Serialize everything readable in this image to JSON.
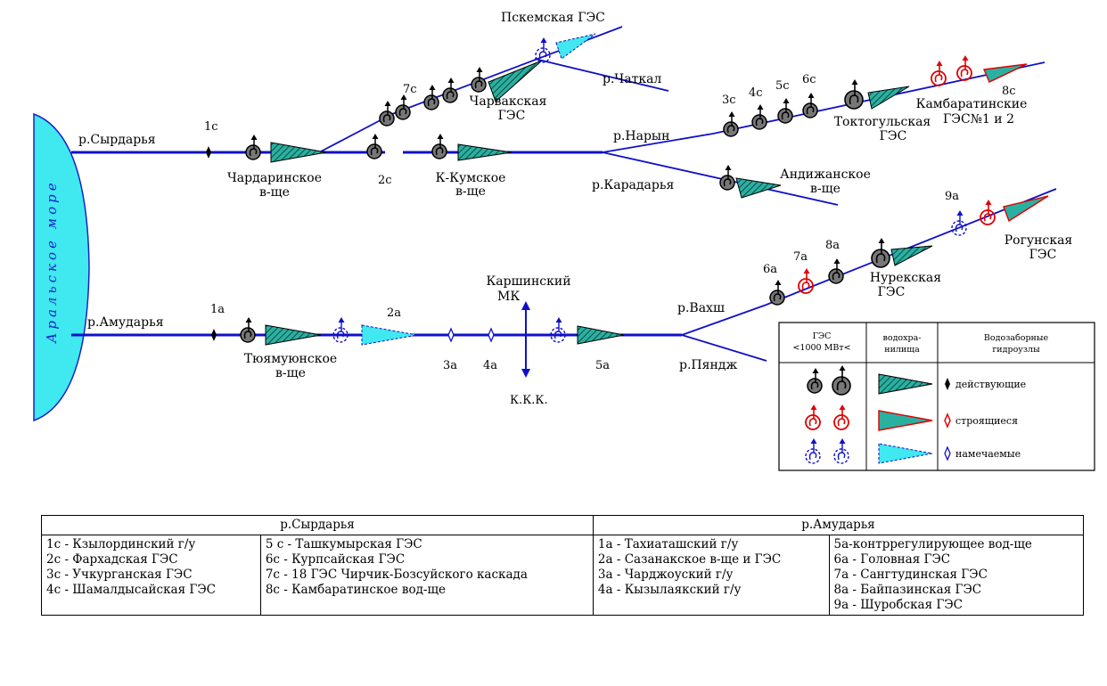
{
  "sea": {
    "label": "Аральское море"
  },
  "rivers": {
    "syrdarya": "р.Сырдарья",
    "amudarya": "р.Амударья",
    "naryn": "р.Нарын",
    "karadarya": "р.Карадарья",
    "chatkal": "р.Чаткал",
    "vakhsh": "р.Вахш",
    "pyandzh": "р.Пяндж"
  },
  "objects": {
    "chardara": [
      "Чардаринское",
      "в-ще"
    ],
    "kkumskoe": [
      "К-Кумское",
      "в-ще"
    ],
    "charvak": [
      "Чарвакская",
      "ГЭС"
    ],
    "pskem": "Пскемская ГЭС",
    "toktogul": [
      "Токтогульская",
      "ГЭС"
    ],
    "kambarata": [
      "Камбаратинские",
      "ГЭС№1 и 2"
    ],
    "andizhan": [
      "Андижанское",
      "в-ще"
    ],
    "tuyamuyun": [
      "Тюямуюнское",
      "в-ще"
    ],
    "karshi": [
      "Каршинский",
      "МК"
    ],
    "kkk": "К.К.К.",
    "nurek": [
      "Нурекская",
      "ГЭС"
    ],
    "rogun": [
      "Рогунская",
      "ГЭС"
    ]
  },
  "codes": {
    "c1": "1с",
    "c2": "2с",
    "c3": "3с",
    "c4": "4с",
    "c5": "5с",
    "c6": "6с",
    "c7": "7с",
    "c8": "8с",
    "a1": "1а",
    "a2": "2а",
    "a3": "3а",
    "a4": "4а",
    "a5": "5а",
    "a6": "6а",
    "a7": "7а",
    "a8": "8а",
    "a9": "9а"
  },
  "legend": {
    "col_hpp": [
      "ГЭС",
      "<1000 МВт<"
    ],
    "col_reservoir": [
      "водохра-",
      "нилища"
    ],
    "col_intake": [
      "Водозаборные",
      "гидроузлы"
    ],
    "rows": [
      "действующие",
      "строящиеся",
      "намечаемые"
    ]
  },
  "colors": {
    "river": "#1010c8",
    "operating": "#000000",
    "construction": "#e00000",
    "planned": "#1010c8",
    "reservoir_fill": "#2ab0a0",
    "reservoir_planned_fill": "#40e8f0",
    "sea_fill": "#40e8f0"
  },
  "table": {
    "syrdarya_header": "р.Сырдарья",
    "amudarya_header": "р.Амударья",
    "col1": [
      "1с - Кзылординский г/у",
      "2с - Фархадская ГЭС",
      "3с - Учкурганская ГЭС",
      "4с - Шамалдысайская ГЭС"
    ],
    "col2": [
      "5 с - Ташкумырская ГЭС",
      "6с - Курпсайская ГЭС",
      "7с - 18 ГЭС Чирчик-Бозсуйского каскада",
      "8с - Камбаратинское вод-ще"
    ],
    "col3": [
      "1а - Тахиаташский г/у",
      "2а - Сазанакское в-ще и ГЭС",
      "3а - Чарджоуский г/у",
      "4а - Кызылаякский г/у"
    ],
    "col4": [
      "5а-контррегулирующее вод-ще",
      "6а - Головная ГЭС",
      "7а - Сангтудинская ГЭС",
      "8а - Байпазинская ГЭС",
      "9а - Шуробская ГЭС"
    ]
  }
}
